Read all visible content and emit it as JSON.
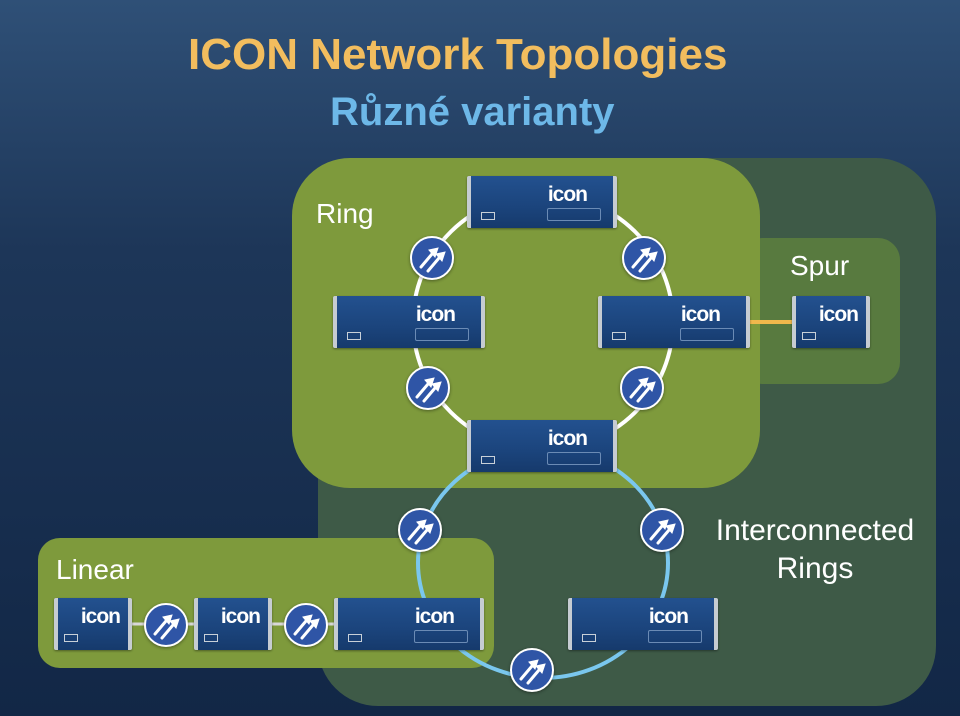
{
  "title": "ICON Network Topologies",
  "subtitle": "Různé varianty",
  "labels": {
    "ring": "Ring",
    "spur": "Spur",
    "linear": "Linear",
    "interconnected_line1": "Interconnected",
    "interconnected_line2": "Rings"
  },
  "device_brand": "icon",
  "colors": {
    "title": "#f2bd5e",
    "subtitle": "#6db8e8",
    "ring_panel": "#7e9a3c",
    "interconnected_panel": "#3e5a47",
    "device": "#1f4a86",
    "amplifier": "#2f55a6",
    "link_ring": "#ffffff",
    "link_interconnected": "#7ac7ee",
    "link_spur": "#f0b84c"
  },
  "icons": {
    "device": "icon-chassis-icon",
    "amplifier": "double-arrow-amplifier-icon"
  }
}
